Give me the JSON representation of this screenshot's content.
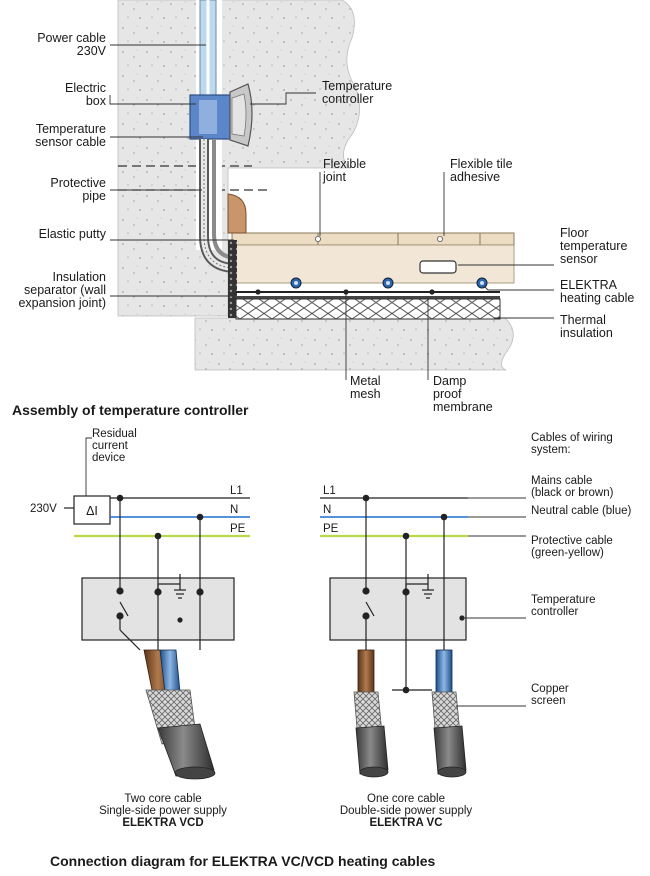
{
  "section1": {
    "title": "Assembly of temperature controller",
    "left_labels": [
      [
        "Power cable",
        "230V"
      ],
      [
        "Electric",
        "box"
      ],
      [
        "Temperature",
        "sensor cable"
      ],
      [
        "Protective",
        "pipe"
      ],
      [
        "Elastic putty"
      ],
      [
        "Insulation",
        "separator (wall",
        "expansion joint)"
      ]
    ],
    "right_labels": {
      "temperature_controller": [
        "Temperature",
        "controller"
      ],
      "flexible_joint": [
        "Flexible",
        "joint"
      ],
      "flexible_tile_adhesive": [
        "Flexible tile",
        "adhesive"
      ],
      "floor_temperature_sensor": [
        "Floor",
        "temperature",
        "sensor"
      ],
      "elektra_heating_cable": [
        "ELEKTRA",
        "heating cable"
      ],
      "thermal_insulation": [
        "Thermal",
        "insulation"
      ],
      "metal_mesh": [
        "Metal",
        "mesh"
      ],
      "damp_proof_membrane": [
        "Damp",
        "proof",
        "membrane"
      ]
    }
  },
  "section2": {
    "title": "Connection diagram for ELEKTRA VC/VCD heating cables",
    "residual_current_device": [
      "Residual",
      "current",
      "device"
    ],
    "voltage": "230V",
    "rcd_symbol": "ΔI",
    "lines_left": [
      "L1",
      "N",
      "PE"
    ],
    "lines_right": [
      "L1",
      "N",
      "PE"
    ],
    "legend_heading": [
      "Cables of wiring",
      "system:"
    ],
    "legend": {
      "mains": [
        "Mains cable",
        "(black or brown)"
      ],
      "neutral": [
        "Neutral cable (blue)"
      ],
      "protective": [
        "Protective cable",
        "(green-yellow)"
      ],
      "controller": [
        "Temperature",
        "controller"
      ],
      "copper": [
        "Copper",
        "screen"
      ]
    },
    "caption_left": [
      "Two core cable",
      "Single-side power supply",
      "ELEKTRA VCD"
    ],
    "caption_right": [
      "One core cable",
      "Double-side power supply",
      "ELEKTRA VC"
    ]
  },
  "colors": {
    "neutral_line": "#1f6fd1",
    "pe_line": "#b9d94a",
    "wall_fill": "#e6e6e6",
    "pipe_blue": "#bcd9ee",
    "box_blue": "#5b86c9",
    "tile": "#ecdcc4",
    "putty": "#c9956a"
  }
}
